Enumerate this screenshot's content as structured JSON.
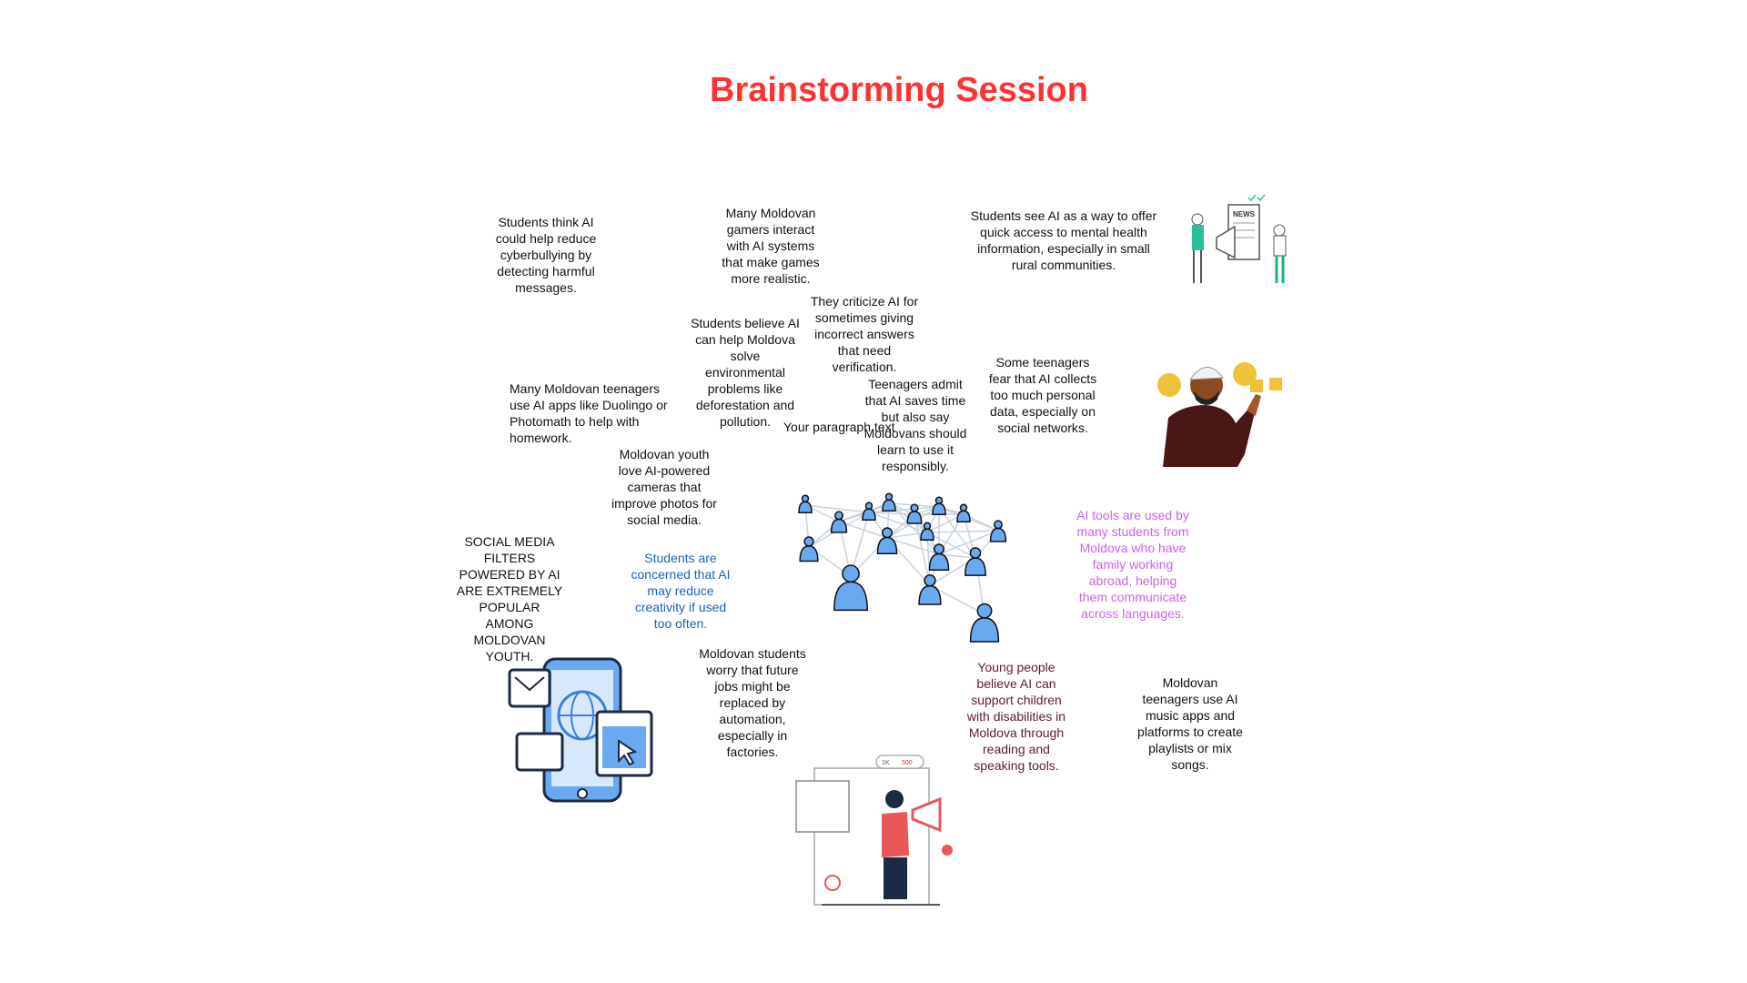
{
  "title": "Brainstorming Session",
  "colors": {
    "title": "#ff3131",
    "blue_note": "#1d5fc4",
    "purple_note": "#c865e6",
    "maroon_note": "#5b1f27",
    "figure_blue": "#6aa8f0"
  },
  "notes": {
    "cyberbullying": "Students think AI could help reduce cyberbullying by detecting harmful messages.",
    "gamers": "Many Moldovan gamers interact with AI systems that make games more realistic.",
    "mental_health": "Students see AI as a way to offer quick access to mental health information, especially in small rural communities.",
    "criticize": "They criticize AI for sometimes giving incorrect answers that need verification.",
    "environment": "Students believe AI can help Moldova solve environmental problems like deforestation and pollution.",
    "saves_time": "Teenagers admit that AI saves time but also say Moldovans should learn to use it responsibly.",
    "personal_data": "Some teenagers fear that AI collects too much personal data, especially on social networks.",
    "homework": "Many Moldovan teenagers use AI apps like Duolingo or Photomath to help with homework.",
    "placeholder": "Your paragraph text",
    "cameras": "Moldovan youth love AI-powered cameras that improve photos for social media.",
    "filters": "SOCIAL MEDIA FILTERS POWERED BY AI ARE EXTREMELY POPULAR AMONG MOLDOVAN YOUTH.",
    "creativity": "Students are concerned that AI may reduce creativity if used too often.",
    "family_abroad": "AI tools are used by many students from Moldova who have family working abroad, helping them communicate across languages.",
    "jobs": "Moldovan students worry that future jobs might be replaced by automation, especially in factories.",
    "disabilities": "Young people believe AI can support children with disabilities in Moldova through reading and speaking tools.",
    "music": "Moldovan teenagers use AI music apps and platforms to create playlists or mix songs."
  },
  "illustrations": {
    "news_sign": "NEWS",
    "social_stats": [
      "1K",
      "500"
    ]
  }
}
